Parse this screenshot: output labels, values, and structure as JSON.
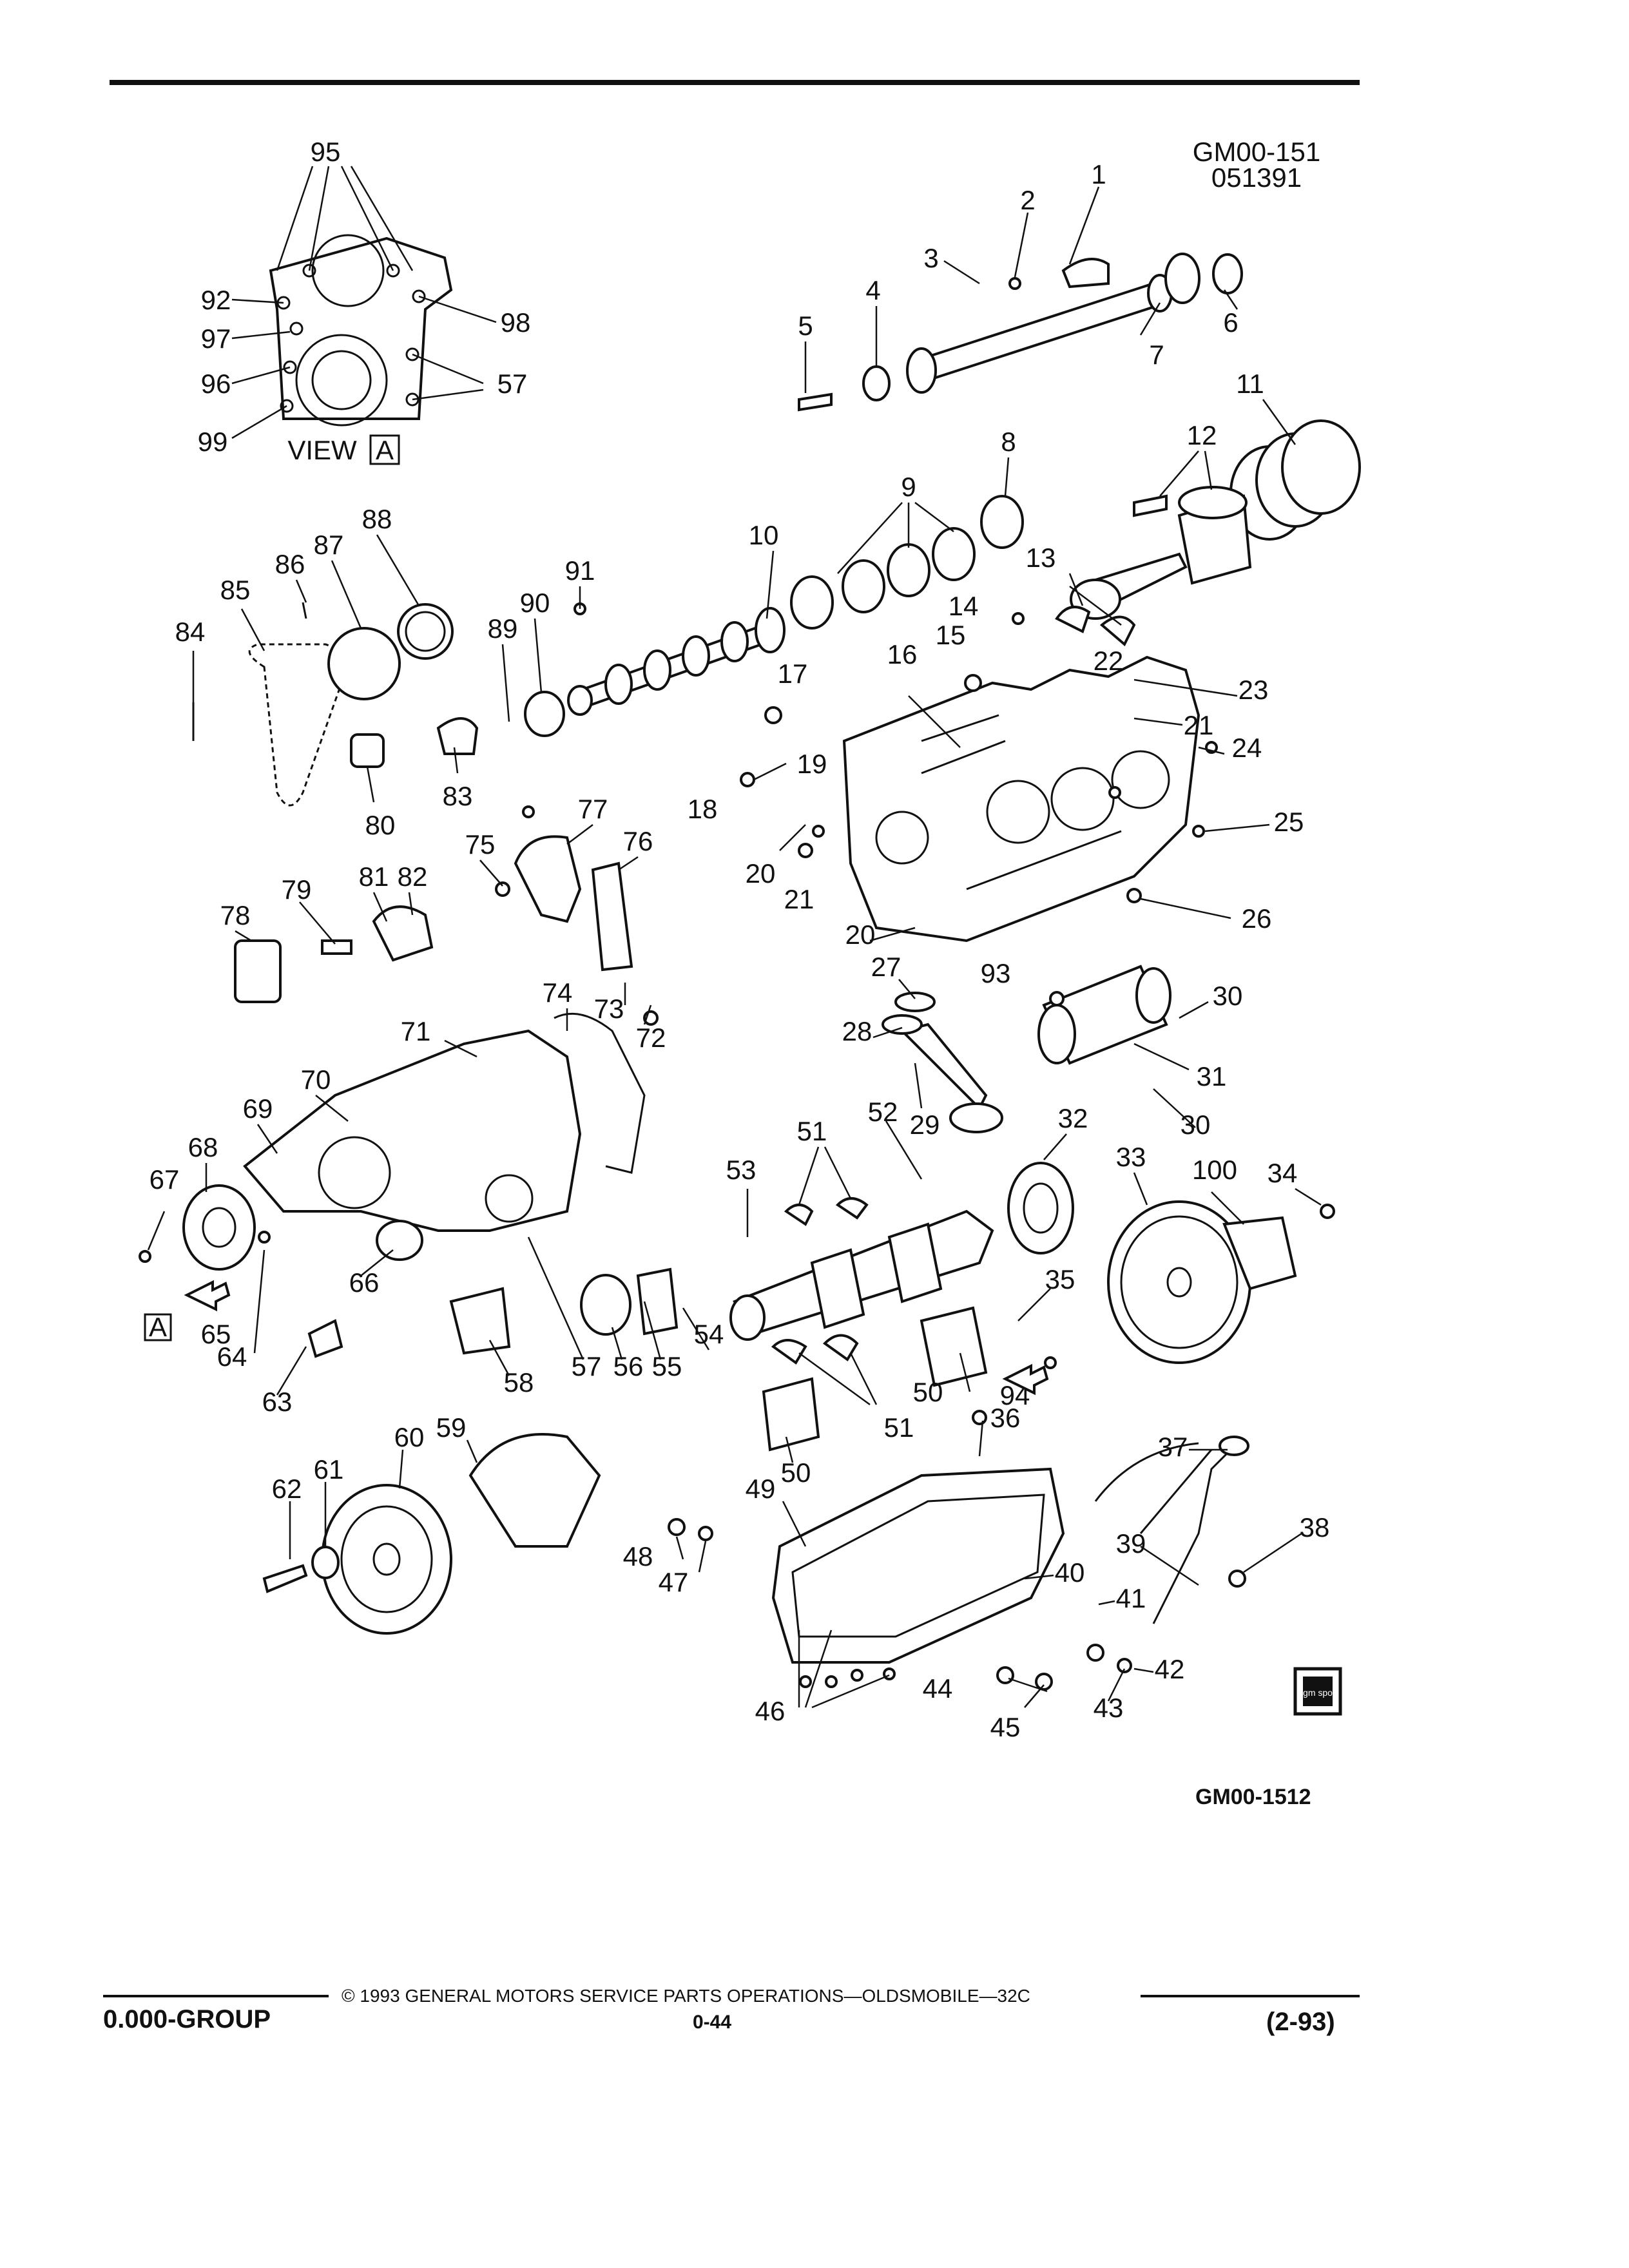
{
  "figure_id_top": "GM00-151",
  "figure_date_code": "051391",
  "figure_id_bottom": "GM00-1512",
  "view_label": "VIEW",
  "view_letter": "A",
  "arrow_letter": "A",
  "logo_text": "gm spo",
  "footer": {
    "group": "0.000-GROUP",
    "copyright": "©  1993  GENERAL MOTORS SERVICE PARTS OPERATIONS—OLDSMOBILE—32C",
    "page": "0-44",
    "date": "(2-93)"
  },
  "callouts": [
    "1",
    "2",
    "3",
    "4",
    "5",
    "6",
    "7",
    "8",
    "9",
    "10",
    "11",
    "12",
    "13",
    "14",
    "15",
    "16",
    "17",
    "18",
    "19",
    "20",
    "20",
    "21",
    "21",
    "22",
    "23",
    "24",
    "25",
    "26",
    "27",
    "28",
    "29",
    "30",
    "30",
    "31",
    "32",
    "33",
    "34",
    "35",
    "36",
    "37",
    "38",
    "39",
    "40",
    "41",
    "42",
    "43",
    "44",
    "45",
    "46",
    "47",
    "48",
    "49",
    "50",
    "50",
    "51",
    "51",
    "52",
    "53",
    "54",
    "55",
    "56",
    "57",
    "57",
    "58",
    "59",
    "60",
    "61",
    "62",
    "63",
    "64",
    "65",
    "66",
    "67",
    "68",
    "69",
    "70",
    "71",
    "72",
    "73",
    "74",
    "75",
    "76",
    "77",
    "78",
    "79",
    "80",
    "81",
    "82",
    "83",
    "84",
    "85",
    "86",
    "87",
    "88",
    "89",
    "90",
    "91",
    "92",
    "93",
    "94",
    "95",
    "96",
    "97",
    "98",
    "99",
    "100"
  ]
}
